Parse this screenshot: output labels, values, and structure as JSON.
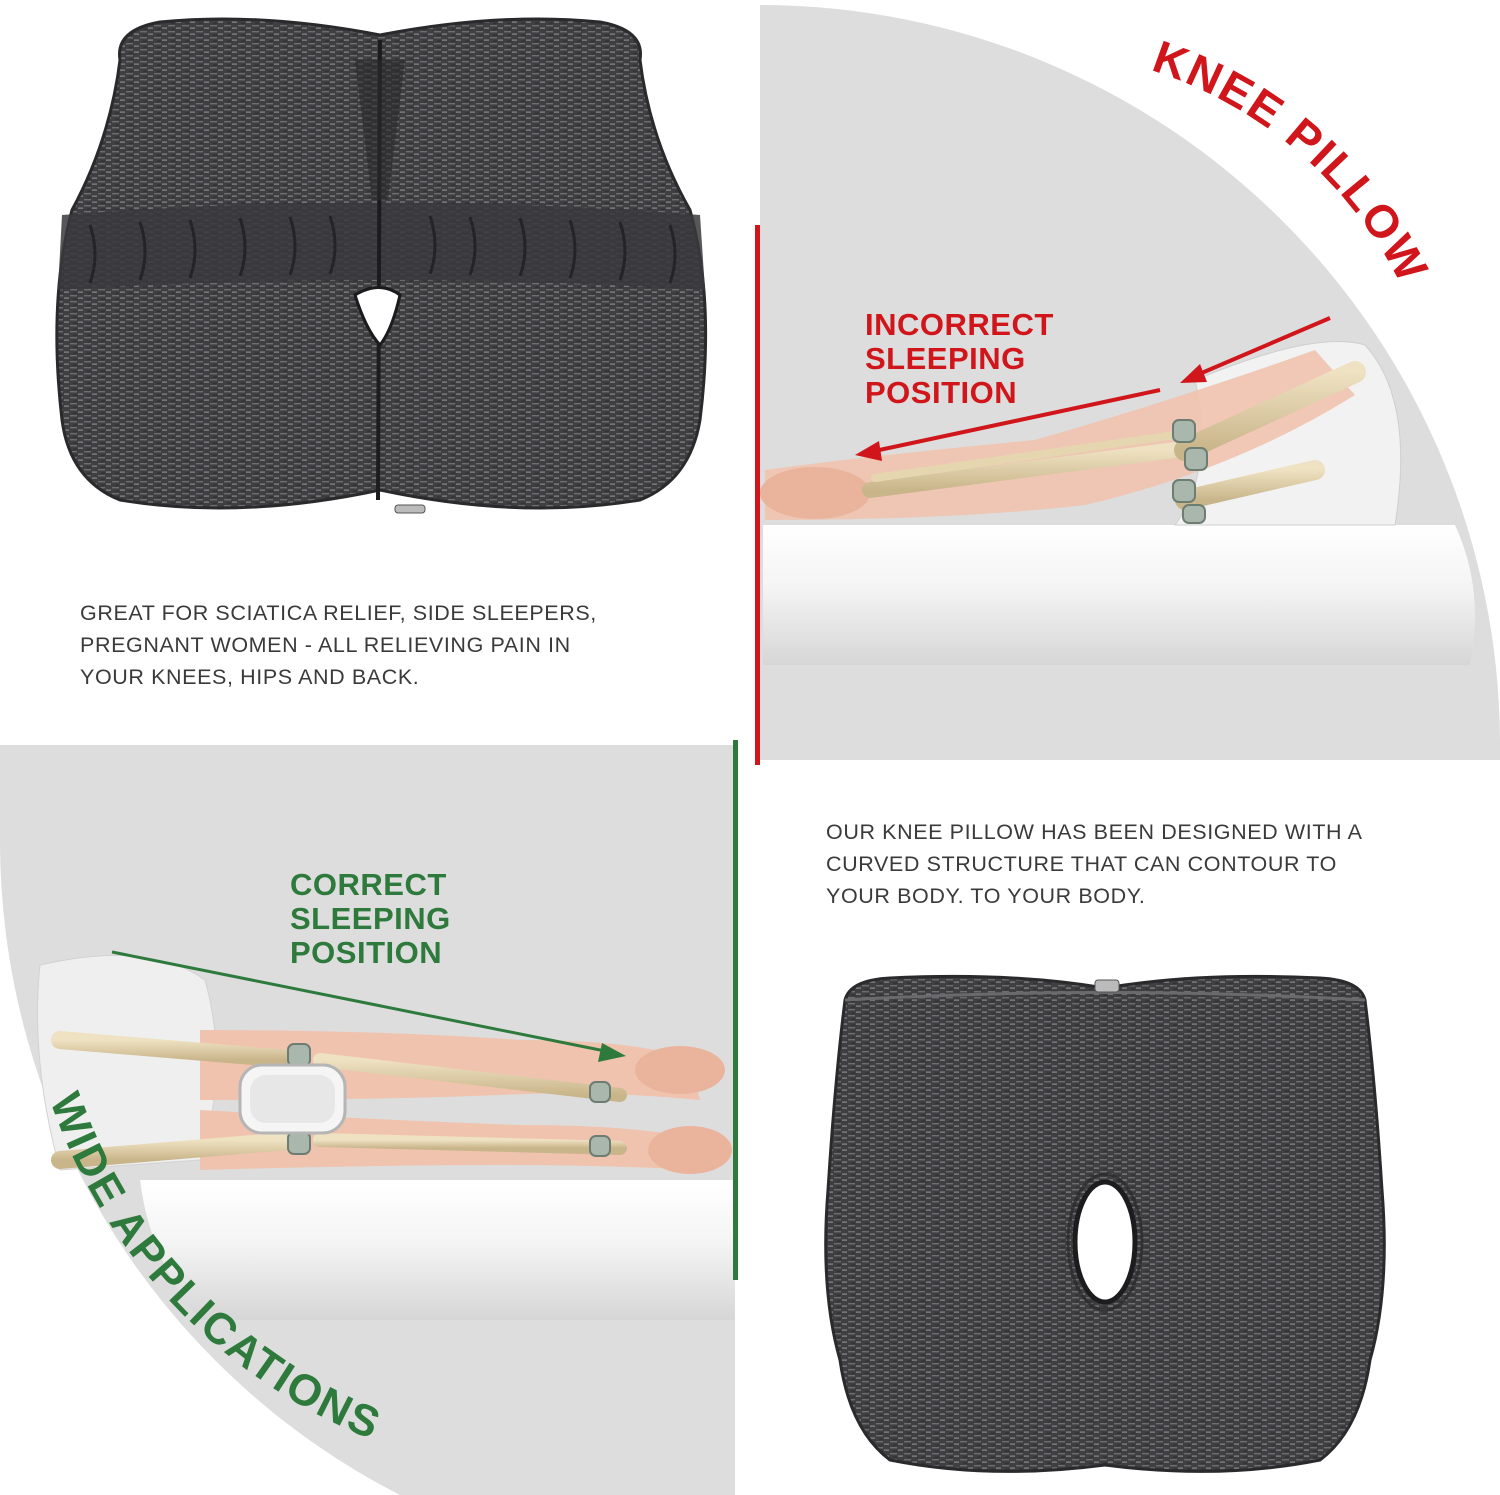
{
  "top_left": {
    "caption_lines": [
      "GREAT FOR SCIATICA RELIEF, SIDE SLEEPERS,",
      "PREGNANT WOMEN - ALL RELIEVING PAIN IN",
      "YOUR KNEES, HIPS AND BACK."
    ]
  },
  "top_right": {
    "arc_title": "KNEE PILLOW",
    "heading_lines": [
      "INCORRECT",
      "SLEEPING",
      "POSITION"
    ],
    "accent_color": "#d0151b"
  },
  "bottom_left": {
    "arc_title": "WIDE APPLICATIONS",
    "heading_lines": [
      "CORRECT",
      "SLEEPING",
      "POSITION"
    ],
    "accent_color": "#2e7a3c"
  },
  "bottom_right": {
    "caption_lines": [
      "OUR KNEE PILLOW HAS BEEN DESIGNED WITH A",
      "CURVED STRUCTURE THAT CAN CONTOUR TO",
      "YOUR BODY. TO YOUR BODY."
    ]
  },
  "colors": {
    "pillow_fabric": "#4a4a4c",
    "panel_gray": "#dcdcdc",
    "mattress": "#eeeeee"
  }
}
